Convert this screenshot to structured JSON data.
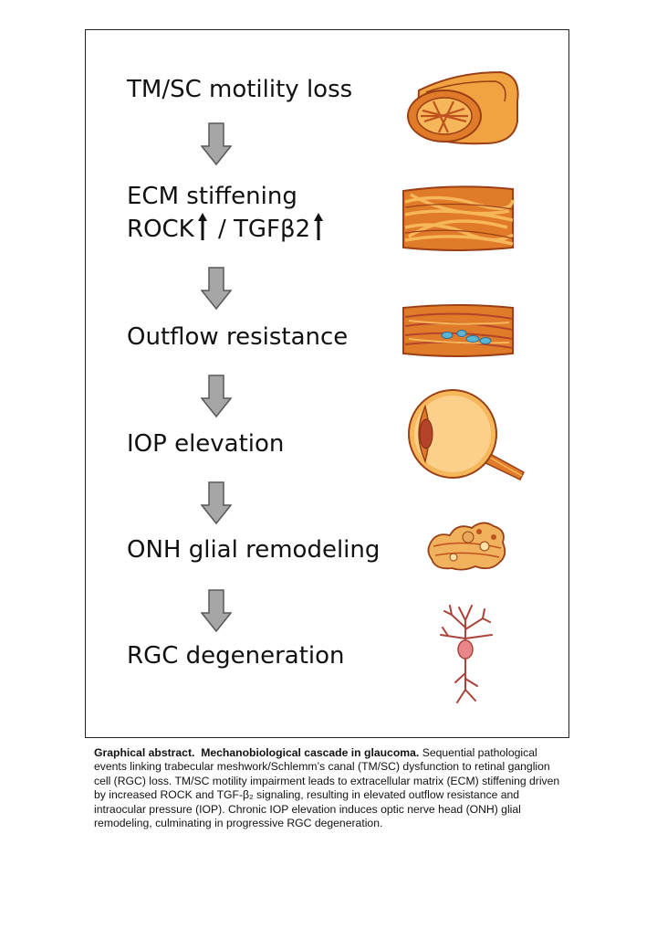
{
  "steps": [
    {
      "label": "TM/SC motility loss"
    },
    {
      "label": "ECM stiffening",
      "line2_a": "ROCK",
      "line2_b": " / TGFβ2"
    },
    {
      "label": "Outflow resistance"
    },
    {
      "label": "IOP elevation"
    },
    {
      "label": "ONH glial remodeling"
    },
    {
      "label": "RGC degeneration"
    }
  ],
  "caption": {
    "title_a": "Graphical abstract.",
    "title_b": "Mechanobiological cascade in glaucoma.",
    "body": "Sequential pathological events linking trabecular meshwork/Schlemm’s canal (TM/SC) dysfunction to retinal ganglion cell (RGC) loss. TM/SC motility impairment leads to extracellular matrix (ECM) stiffening driven by increased ROCK and TGF-β₂ signaling, resulting in elevated outflow resistance and intraocular pressure (IOP). Chronic IOP elevation induces optic nerve head (ONH) glial remodeling, culminating in progressive RGC degeneration."
  },
  "colors": {
    "arrow_fill": "#a6a6a6",
    "arrow_stroke": "#595959",
    "tissue_orange": "#e07b2a",
    "tissue_light": "#f6b65a",
    "tissue_red": "#b5432a",
    "fluid_blue": "#5ab4d6",
    "neuron": "#a8443a",
    "neuron_body": "#e8868a"
  }
}
